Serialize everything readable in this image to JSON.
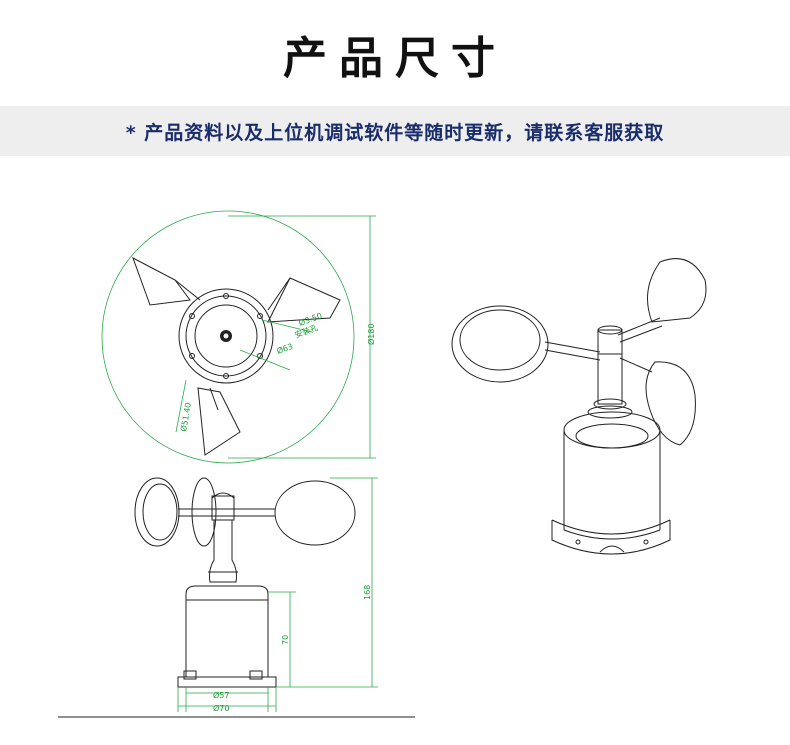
{
  "header": {
    "title": "产品尺寸",
    "notice": "* 产品资料以及上位机调试软件等随时更新，请联系客服获取"
  },
  "dimensions": {
    "hole": "Ø3.50",
    "hole_label": "安装孔",
    "d63": "Ø63",
    "d180": "Ø180",
    "d51_40": "Ø51.40",
    "h168": "168",
    "h70": "70",
    "d57": "Ø57",
    "d70": "Ø70"
  },
  "colors": {
    "dimension": "#2aa94a",
    "title": "#111111",
    "notice": "#1a2d6b",
    "banner": "#eeeeee"
  }
}
